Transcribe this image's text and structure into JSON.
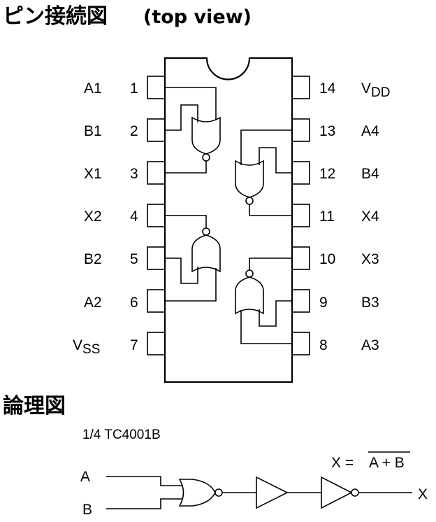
{
  "headings": {
    "pin_title": "ピン接続図",
    "pin_title_suffix": "(top view)",
    "logic_title": "論理図"
  },
  "pins_left": [
    {
      "num": "1",
      "label": "A1"
    },
    {
      "num": "2",
      "label": "B1"
    },
    {
      "num": "3",
      "label": "X1"
    },
    {
      "num": "4",
      "label": "X2"
    },
    {
      "num": "5",
      "label": "B2"
    },
    {
      "num": "6",
      "label": "A2"
    },
    {
      "num": "7",
      "label": "V",
      "sub": "SS"
    }
  ],
  "pins_right": [
    {
      "num": "14",
      "label": "V",
      "sub": "DD"
    },
    {
      "num": "13",
      "label": "A4"
    },
    {
      "num": "12",
      "label": "B4"
    },
    {
      "num": "11",
      "label": "X4"
    },
    {
      "num": "10",
      "label": "X3"
    },
    {
      "num": "9",
      "label": "B3"
    },
    {
      "num": "8",
      "label": "A3"
    }
  ],
  "logic": {
    "part": "1/4 TC4001B",
    "input_a": "A",
    "input_b": "B",
    "output": "X",
    "equation_lhs": "X =",
    "equation_rhs": "A + B"
  }
}
